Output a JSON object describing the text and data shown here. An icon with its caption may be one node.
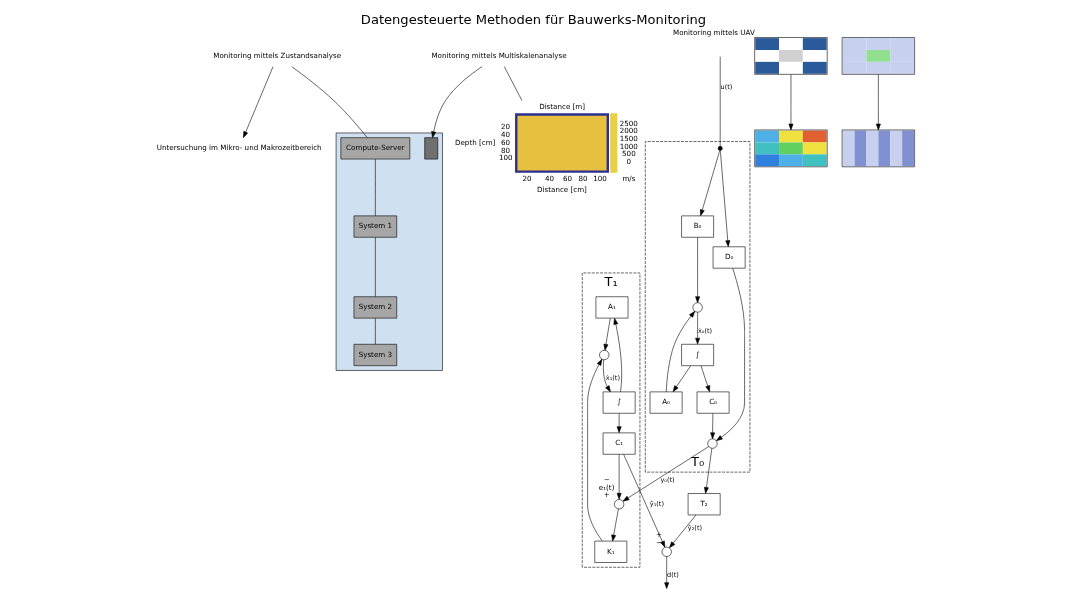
{
  "diagram": {
    "title": "Datengesteuerte Methoden für Bauwerks-Monitoring",
    "nodes": [
      {
        "text": [],
        "shape": "picture"
      },
      {
        "text": [
          "Compute-Server"
        ],
        "in": 0
      },
      {
        "text": [
          "System 1"
        ],
        "in": 0
      },
      {
        "text": [
          "System 2"
        ],
        "in": 0
      },
      {
        "text": [
          "System 3"
        ],
        "in": 0
      },
      {
        "text": [
          "Monitoring mittels Zustandsanalyse"
        ]
      },
      {
        "text": [
          "Untersuchung im Mikro- und Makrozeitbereich"
        ]
      },
      {
        "text": [
          "T₁"
        ]
      },
      {
        "text": [
          "A₁"
        ],
        "in": 7
      },
      {
        "text": [
          "∫"
        ],
        "in": 7
      },
      {
        "text": [
          "C₁"
        ],
        "in": 7
      },
      {
        "text": [
          "K₁"
        ],
        "in": 7
      },
      {
        "text": [],
        "shape": "circle",
        "in": 7
      },
      {
        "text": [],
        "shape": "circle",
        "in": 7,
        "beside": [
          "−",
          "e₁(t)",
          "+"
        ]
      },
      {
        "text": [
          "T₀"
        ]
      },
      {
        "text": [
          "B₀"
        ],
        "in": 14
      },
      {
        "text": [],
        "shape": "circle",
        "in": 14
      },
      {
        "text": [
          "∫"
        ],
        "in": 14
      },
      {
        "text": [
          "C₀"
        ],
        "in": 14
      },
      {
        "text": [
          "A₀"
        ],
        "in": 14
      },
      {
        "text": [
          "D₀"
        ],
        "in": 14
      },
      {
        "text": [],
        "shape": "circle",
        "in": 14
      },
      {
        "text": [
          "T₂"
        ]
      },
      {
        "text": [],
        "shape": "circle",
        "beside": [
          "+",
          "−"
        ]
      },
      {
        "text": [],
        "shape": "picture",
        "beside": [
          "Monitoring mittels UAV"
        ]
      },
      {
        "text": [],
        "shape": "picture"
      },
      {
        "text": [
          "Monitoring mittels Multiskalenanalyse"
        ]
      },
      {
        "text": [
          "Distance [m]",
          "20",
          "40",
          "60",
          "80",
          "100",
          "Depth [cm]",
          "2500",
          "2000",
          "1500",
          "1000",
          "500",
          "0",
          "20",
          "40",
          "60",
          "80",
          "100",
          "Distance [cm]",
          "m/s"
        ]
      },
      {
        "text": [],
        "shape": "picture"
      },
      {
        "text": [],
        "shape": "picture"
      },
      {
        "text": [],
        "shape": "bar",
        "in": 0
      },
      {
        "text": [],
        "shape": "circle",
        "in": 14
      }
    ],
    "edges": [
      {
        "from": 1,
        "to": 2,
        "arrow": "none"
      },
      {
        "from": 2,
        "to": 3,
        "arrow": "none"
      },
      {
        "from": 3,
        "to": 4,
        "arrow": "none"
      },
      {
        "from": 5,
        "to": 1,
        "arrow": "none"
      },
      {
        "from": 5,
        "to": 6,
        "arrow": "to"
      },
      {
        "from": 26,
        "to": 30,
        "arrow": "to"
      },
      {
        "from": 26,
        "to": 27,
        "arrow": "none"
      },
      {
        "from": 24,
        "to": 25,
        "arrow": "to"
      },
      {
        "from": 28,
        "to": 29,
        "arrow": "to"
      },
      {
        "from": 12,
        "to": 9,
        "arrow": "to",
        "label": "ẋ₁(t)"
      },
      {
        "from": 9,
        "to": 10,
        "arrow": "to"
      },
      {
        "from": 9,
        "to": 8,
        "arrow": "to"
      },
      {
        "from": 8,
        "to": 12,
        "arrow": "to"
      },
      {
        "from": 11,
        "to": 12,
        "arrow": "to"
      },
      {
        "from": 10,
        "to": 13,
        "arrow": "to"
      },
      {
        "from": 10,
        "to": 23,
        "arrow": "to",
        "label": "ŷ₁(t)"
      },
      {
        "from": 13,
        "to": 11,
        "arrow": "to"
      },
      {
        "from": null,
        "to": 31,
        "arrow": "none",
        "label": "u(t)"
      },
      {
        "from": 31,
        "to": 15,
        "arrow": "to"
      },
      {
        "from": 31,
        "to": 20,
        "arrow": "to"
      },
      {
        "from": 15,
        "to": 16,
        "arrow": "to"
      },
      {
        "from": 16,
        "to": 17,
        "arrow": "to",
        "label": "ẋ₀(t)"
      },
      {
        "from": 17,
        "to": 18,
        "arrow": "to"
      },
      {
        "from": 17,
        "to": 19,
        "arrow": "to"
      },
      {
        "from": 19,
        "to": 16,
        "arrow": "to"
      },
      {
        "from": 18,
        "to": 21,
        "arrow": "to"
      },
      {
        "from": 20,
        "to": 21,
        "arrow": "to"
      },
      {
        "from": 21,
        "to": 13,
        "arrow": "to",
        "label": "y₀(t)"
      },
      {
        "from": 21,
        "to": 22,
        "arrow": "to"
      },
      {
        "from": 22,
        "to": 23,
        "arrow": "to",
        "label": "ŷ₂(t)"
      },
      {
        "from": 23,
        "to": null,
        "arrow": "to",
        "label": "d(t)"
      }
    ]
  }
}
